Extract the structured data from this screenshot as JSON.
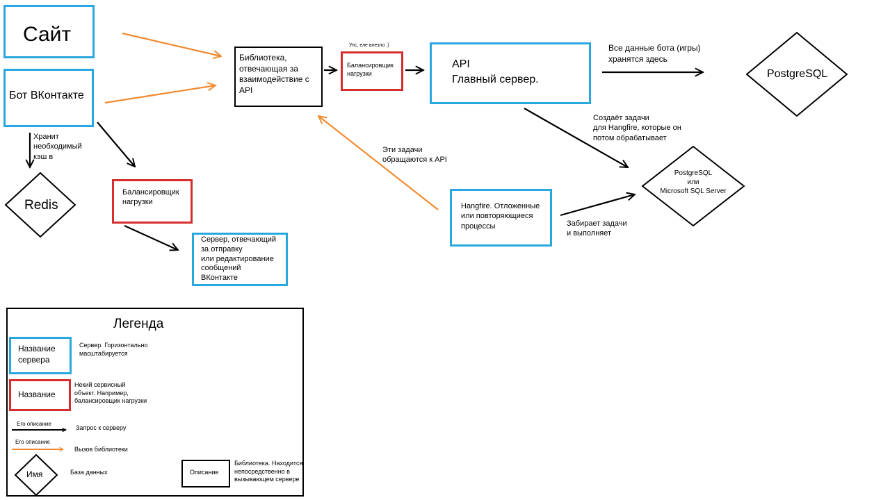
{
  "nodes": {
    "site": "Сайт",
    "vk_bot": "Бот ВКонтакте",
    "library": "Библиотека,\nотвечающая за\nвзаимодействие с\nAPI",
    "lb_top_note": "Упс, еле влезло :)",
    "lb_top": "Балансировщик\nнагрузки",
    "api": "API\nГлавный сервер.",
    "postgres_top": "PostgreSQL",
    "redis": "Redis",
    "lb_bottom": "Балансировщик\nнагрузки",
    "vk_sender": "Сервер, отвечающий\nза отправку\nили редактирование\nсообщений\nВКонтакте",
    "hangfire": "Hangfire. Отложенные\nили повторяющиеся\nпроцессы",
    "hangfire_db": "PostgreSQL\nили\nMicrosoft SQL Server"
  },
  "edge_labels": {
    "bot_data": "Все данные бота (игры)\nхранятся здесь",
    "cache": "Хранит\nнеобходимый\nкэш в",
    "creates_tasks": "Создаёт задачи\nдля Hangfire, которые он\nпотом обрабатывает",
    "tasks_call_api": "Эти задачи\nобращаются к API",
    "takes_tasks": "Забирает задачи\nи выполняет"
  },
  "legend": {
    "title": "Легенда",
    "server_sample": "Название\nсервера",
    "server_desc": "Сервер. Горизонтально\nмасштабируется",
    "service_sample": "Название",
    "service_desc": "Некий сервисный\nобъект. Например,\nбалансировщик нагрузки",
    "request_arrow_label": "Его описание",
    "request_desc": "Запрос к серверу",
    "library_arrow_label": "Его описание",
    "library_desc": "Вызов библиотеки",
    "db_sample": "Имя",
    "db_desc": "База данных",
    "library_sample": "Описание",
    "library_box_desc": "Библиотека. Находится\nнепосредственно в\nвызывающем сервере"
  },
  "colors": {
    "server_border": "#29a8df",
    "service_border": "#d42e2e",
    "request_arrow": "#000000",
    "library_arrow": "#f28a30"
  }
}
